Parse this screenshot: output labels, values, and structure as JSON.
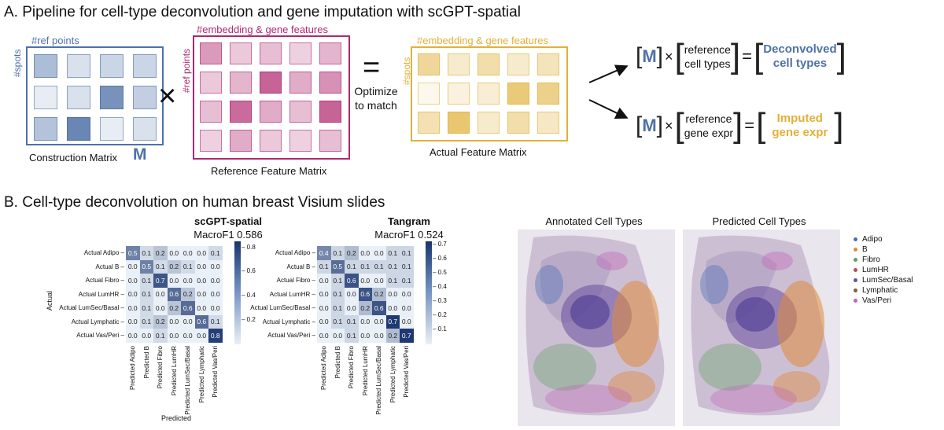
{
  "sectionA": {
    "title": "A. Pipeline for cell-type deconvolution and gene imputation with scGPT-spatial",
    "construction": {
      "top_label": "#ref points",
      "side_label": "#spots",
      "caption": "Construction Matrix",
      "symbol": "M"
    },
    "reference": {
      "top_label": "#embedding & gene features",
      "side_label": "#ref points",
      "caption": "Reference Feature Matrix"
    },
    "times_symbol": "×",
    "optimize": {
      "equals": "=",
      "line1": "Optimize",
      "line2": "to match"
    },
    "actual": {
      "top_label": "#embedding & gene features",
      "side_label": "#spots",
      "caption": "Actual Feature Matrix"
    },
    "eq1": {
      "m": "M",
      "times": "×",
      "ref_line1": "reference",
      "ref_line2": "cell types",
      "equals": "=",
      "out_line1": "Deconvolved",
      "out_line2": "cell types"
    },
    "eq2": {
      "m": "M",
      "times": "×",
      "ref_line1": "reference",
      "ref_line2": "gene expr",
      "equals": "=",
      "out_line1": "Imputed",
      "out_line2": "gene expr"
    },
    "colors": {
      "blue": "#4e71a8",
      "pink": "#b0276f",
      "yellow": "#e0b13a"
    },
    "construction_cells": [
      [
        0.55,
        0.25,
        0.35,
        0.35
      ],
      [
        0.15,
        0.25,
        0.9,
        0.4
      ],
      [
        0.5,
        1.0,
        0.15,
        0.25
      ]
    ],
    "reference_cells": [
      [
        0.55,
        0.3,
        0.35,
        0.25,
        0.4
      ],
      [
        0.3,
        0.4,
        0.85,
        0.45,
        0.6
      ],
      [
        0.35,
        0.8,
        0.45,
        0.35,
        0.85
      ],
      [
        0.25,
        0.45,
        0.3,
        0.25,
        0.35
      ]
    ],
    "actual_cells": [
      [
        0.6,
        0.3,
        0.5,
        0.3,
        0.4
      ],
      [
        0.1,
        0.2,
        0.25,
        0.8,
        0.7
      ],
      [
        0.45,
        0.85,
        0.3,
        0.5,
        0.35
      ]
    ]
  },
  "sectionB": {
    "title": "B. Cell-type deconvolution on human breast Visium slides",
    "heatmaps": [
      {
        "title": "scGPT-spatial",
        "subtitle": "MacroF1 0.586",
        "ylabel": "Actual",
        "xlabel": "Predicted",
        "row_labels": [
          "Actual Adipo –",
          "Actual B –",
          "Actual Fibro –",
          "Actual LumHR –",
          "Actual LumSec/Basal –",
          "Actual Lymphatic –",
          "Actual Vas/Peri –"
        ],
        "col_labels": [
          "Predicted Adipo",
          "Predicted B",
          "Predicted Fibro",
          "Predicted LumHR",
          "Predicted LumSec/Basal",
          "Predicted Lymphatic",
          "Predicted Vas/Peri"
        ],
        "values": [
          [
            "0.5",
            "0.1",
            "0.2",
            "0.0",
            "0.0",
            "0.0",
            "0.1"
          ],
          [
            "0.0",
            "0.5",
            "0.1",
            "0.2",
            "0.1",
            "0.0",
            "0.0"
          ],
          [
            "0.0",
            "0.1",
            "0.7",
            "0.0",
            "0.0",
            "0.0",
            "0.0"
          ],
          [
            "0.0",
            "0.1",
            "0.0",
            "0.6",
            "0.2",
            "0.0",
            "0.0"
          ],
          [
            "0.0",
            "0.1",
            "0.0",
            "0.2",
            "0.6",
            "0.0",
            "0.0"
          ],
          [
            "0.0",
            "0.1",
            "0.2",
            "0.0",
            "0.0",
            "0.6",
            "0.1"
          ],
          [
            "0.0",
            "0.0",
            "0.1",
            "0.0",
            "0.0",
            "0.0",
            "0.8"
          ]
        ],
        "cbar_ticks": [
          "0.8",
          "0.6",
          "0.4",
          "0.2"
        ],
        "cbar_max": 0.85
      },
      {
        "title": "Tangram",
        "subtitle": "MacroF1 0.524",
        "ylabel": "",
        "xlabel": "",
        "row_labels": [
          "Actual Adipo –",
          "Actual B –",
          "Actual Fibro –",
          "Actual LumHR –",
          "Actual LumSec/Basal –",
          "Actual Lymphatic –",
          "Actual Vas/Peri –"
        ],
        "col_labels": [
          "Predicted Adipo",
          "Predicted B",
          "Predicted Fibro",
          "Predicted LumHR",
          "Predicted LumSec/Basal",
          "Predicted Lymphatic",
          "Predicted Vas/Peri"
        ],
        "values": [
          [
            "0.4",
            "0.1",
            "0.2",
            "0.0",
            "0.0",
            "0.1",
            "0.1"
          ],
          [
            "0.1",
            "0.5",
            "0.1",
            "0.1",
            "0.1",
            "0.1",
            "0.1"
          ],
          [
            "0.0",
            "0.1",
            "0.6",
            "0.0",
            "0.0",
            "0.1",
            "0.1"
          ],
          [
            "0.0",
            "0.1",
            "0.0",
            "0.6",
            "0.2",
            "0.0",
            "0.0"
          ],
          [
            "0.0",
            "0.1",
            "0.0",
            "0.2",
            "0.6",
            "0.0",
            "0.0"
          ],
          [
            "0.0",
            "0.1",
            "0.1",
            "0.0",
            "0.0",
            "0.7",
            "0.0"
          ],
          [
            "0.0",
            "0.0",
            "0.1",
            "0.0",
            "0.0",
            "0.2",
            "0.7"
          ]
        ],
        "cbar_ticks": [
          "0.7",
          "0.6",
          "0.5",
          "0.4",
          "0.3",
          "0.2",
          "0.1"
        ],
        "cbar_max": 0.72
      }
    ],
    "slides": {
      "annotated_title": "Annotated Cell Types",
      "predicted_title": "Predicted Cell Types"
    },
    "legend": [
      {
        "label": "Adipo",
        "color": "#4b6fb5"
      },
      {
        "label": "B",
        "color": "#e08a3a"
      },
      {
        "label": "Fibro",
        "color": "#5aa05a"
      },
      {
        "label": "LumHR",
        "color": "#c84a4a"
      },
      {
        "label": "LumSec/Basal",
        "color": "#6a4ea0"
      },
      {
        "label": "Lymphatic",
        "color": "#8a5a3a"
      },
      {
        "label": "Vas/Peri",
        "color": "#c063b8"
      }
    ]
  }
}
